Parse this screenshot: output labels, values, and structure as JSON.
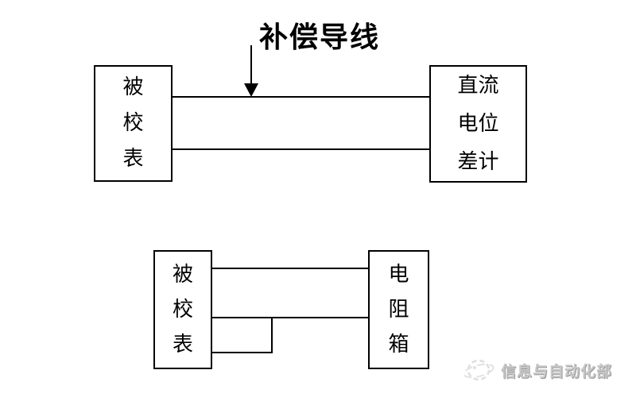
{
  "page": {
    "background": "#ffffff",
    "line_color": "#000000"
  },
  "top_diagram": {
    "title": "补偿导线",
    "arrow": "down-arrow-to-top-wire",
    "left_box": {
      "label": "被校表",
      "chars": [
        "被",
        "校",
        "表"
      ]
    },
    "right_box": {
      "label": "直流电位差计",
      "rows": [
        "直流",
        "电位",
        "差计"
      ]
    },
    "wires": [
      "top-wire",
      "bottom-wire"
    ]
  },
  "bottom_diagram": {
    "left_box": {
      "label": "被校表",
      "chars": [
        "被",
        "校",
        "表"
      ]
    },
    "right_box": {
      "label": "电阻箱",
      "chars": [
        "电",
        "阻",
        "箱"
      ]
    },
    "wires": [
      "top-wire",
      "middle-wire",
      "vertical-stub",
      "lower-return-wire"
    ]
  },
  "watermark": {
    "icon": "globe-swirl-logo",
    "text": "信息与自动化部",
    "color": "#c9c9c9"
  }
}
